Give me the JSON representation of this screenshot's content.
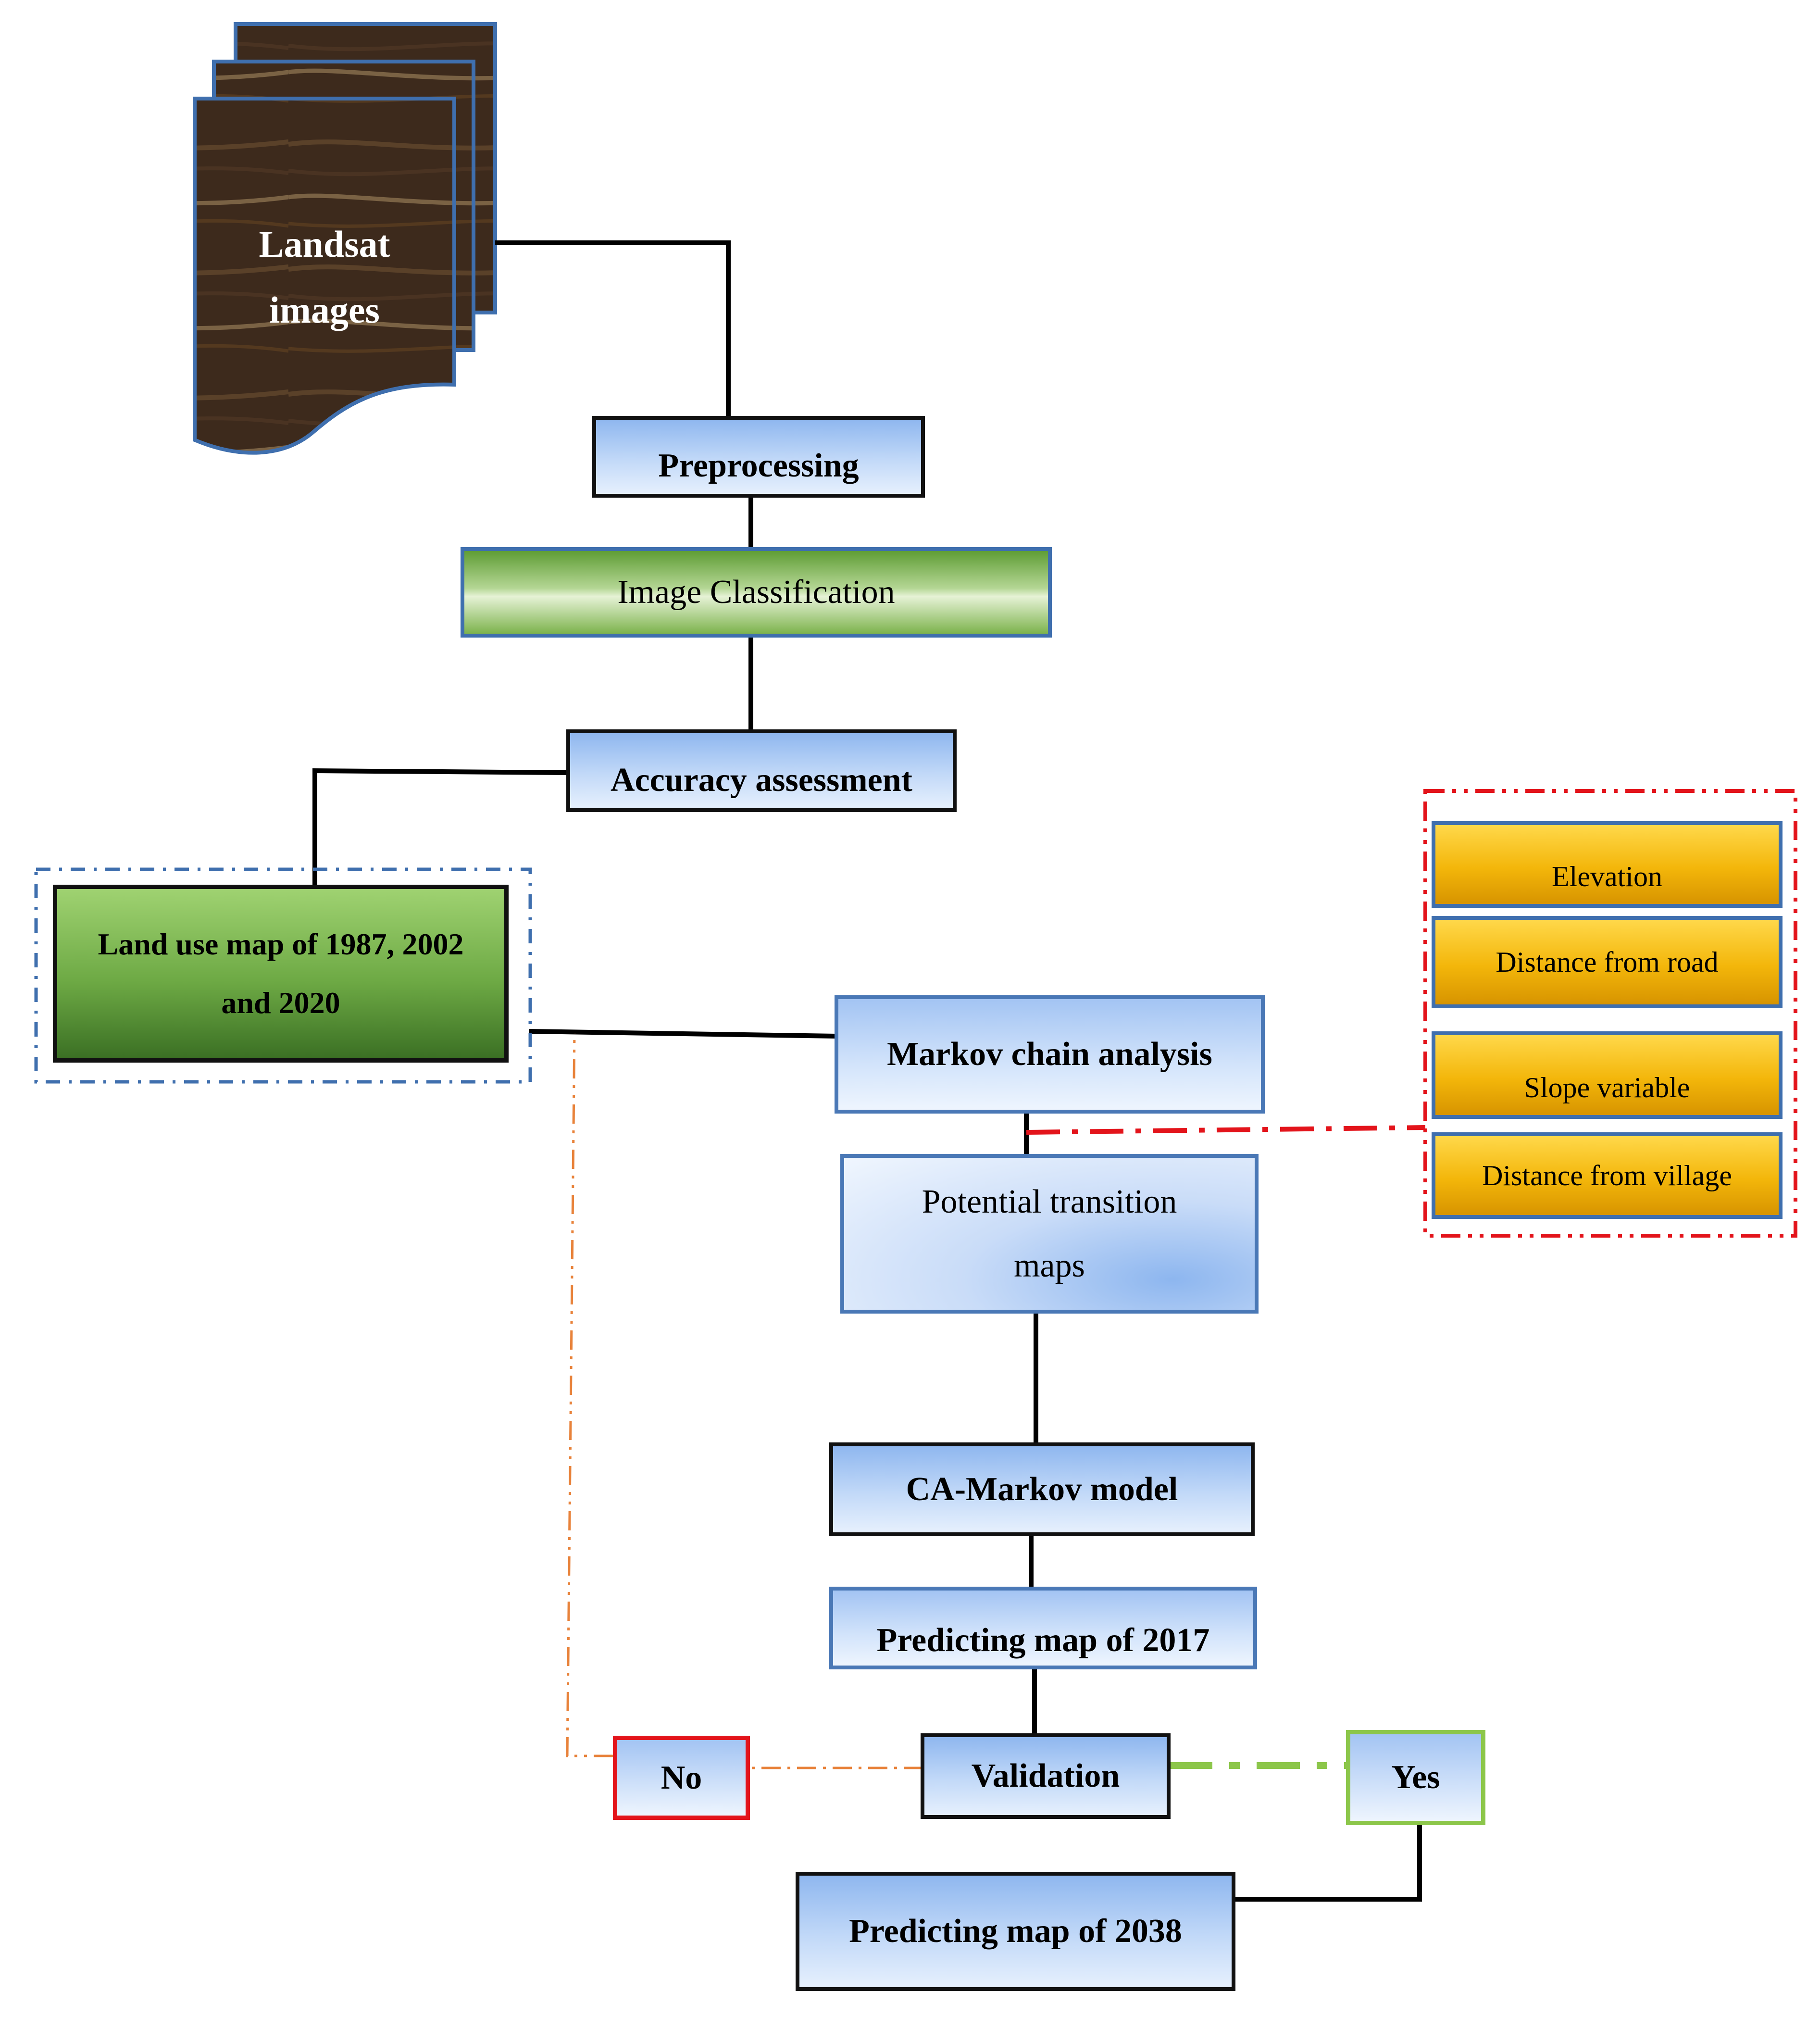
{
  "landsat": {
    "line1": "Landsat",
    "line2": "images"
  },
  "steps": {
    "preprocessing": "Preprocessing",
    "image_classification": "Image Classification",
    "accuracy_assessment": "Accuracy assessment",
    "land_use_map_line1": "Land use map of 1987, 2002",
    "land_use_map_line2": "and 2020",
    "markov_chain": "Markov chain analysis",
    "potential_transition_line1": "Potential transition",
    "potential_transition_line2": "maps",
    "ca_markov": "CA-Markov model",
    "predicting_2017": "Predicting map of 2017",
    "validation": "Validation",
    "no": "No",
    "yes": "Yes",
    "predicting_2038": "Predicting map of 2038"
  },
  "factors": [
    "Elevation",
    "Distance from road",
    "Slope variable",
    "Distance from village"
  ],
  "colors": {
    "box_blue": "#a3c4f3",
    "box_green": "#6da944",
    "factor_orange": "#f3b60a",
    "factor_group_border": "#e3141b",
    "land_use_group_border": "#3f6fae",
    "no_border": "#e3141b",
    "yes_border": "#8cc64a",
    "feedback_line": "#e8823a",
    "yes_line": "#8cc64a",
    "connector": "#000000"
  }
}
